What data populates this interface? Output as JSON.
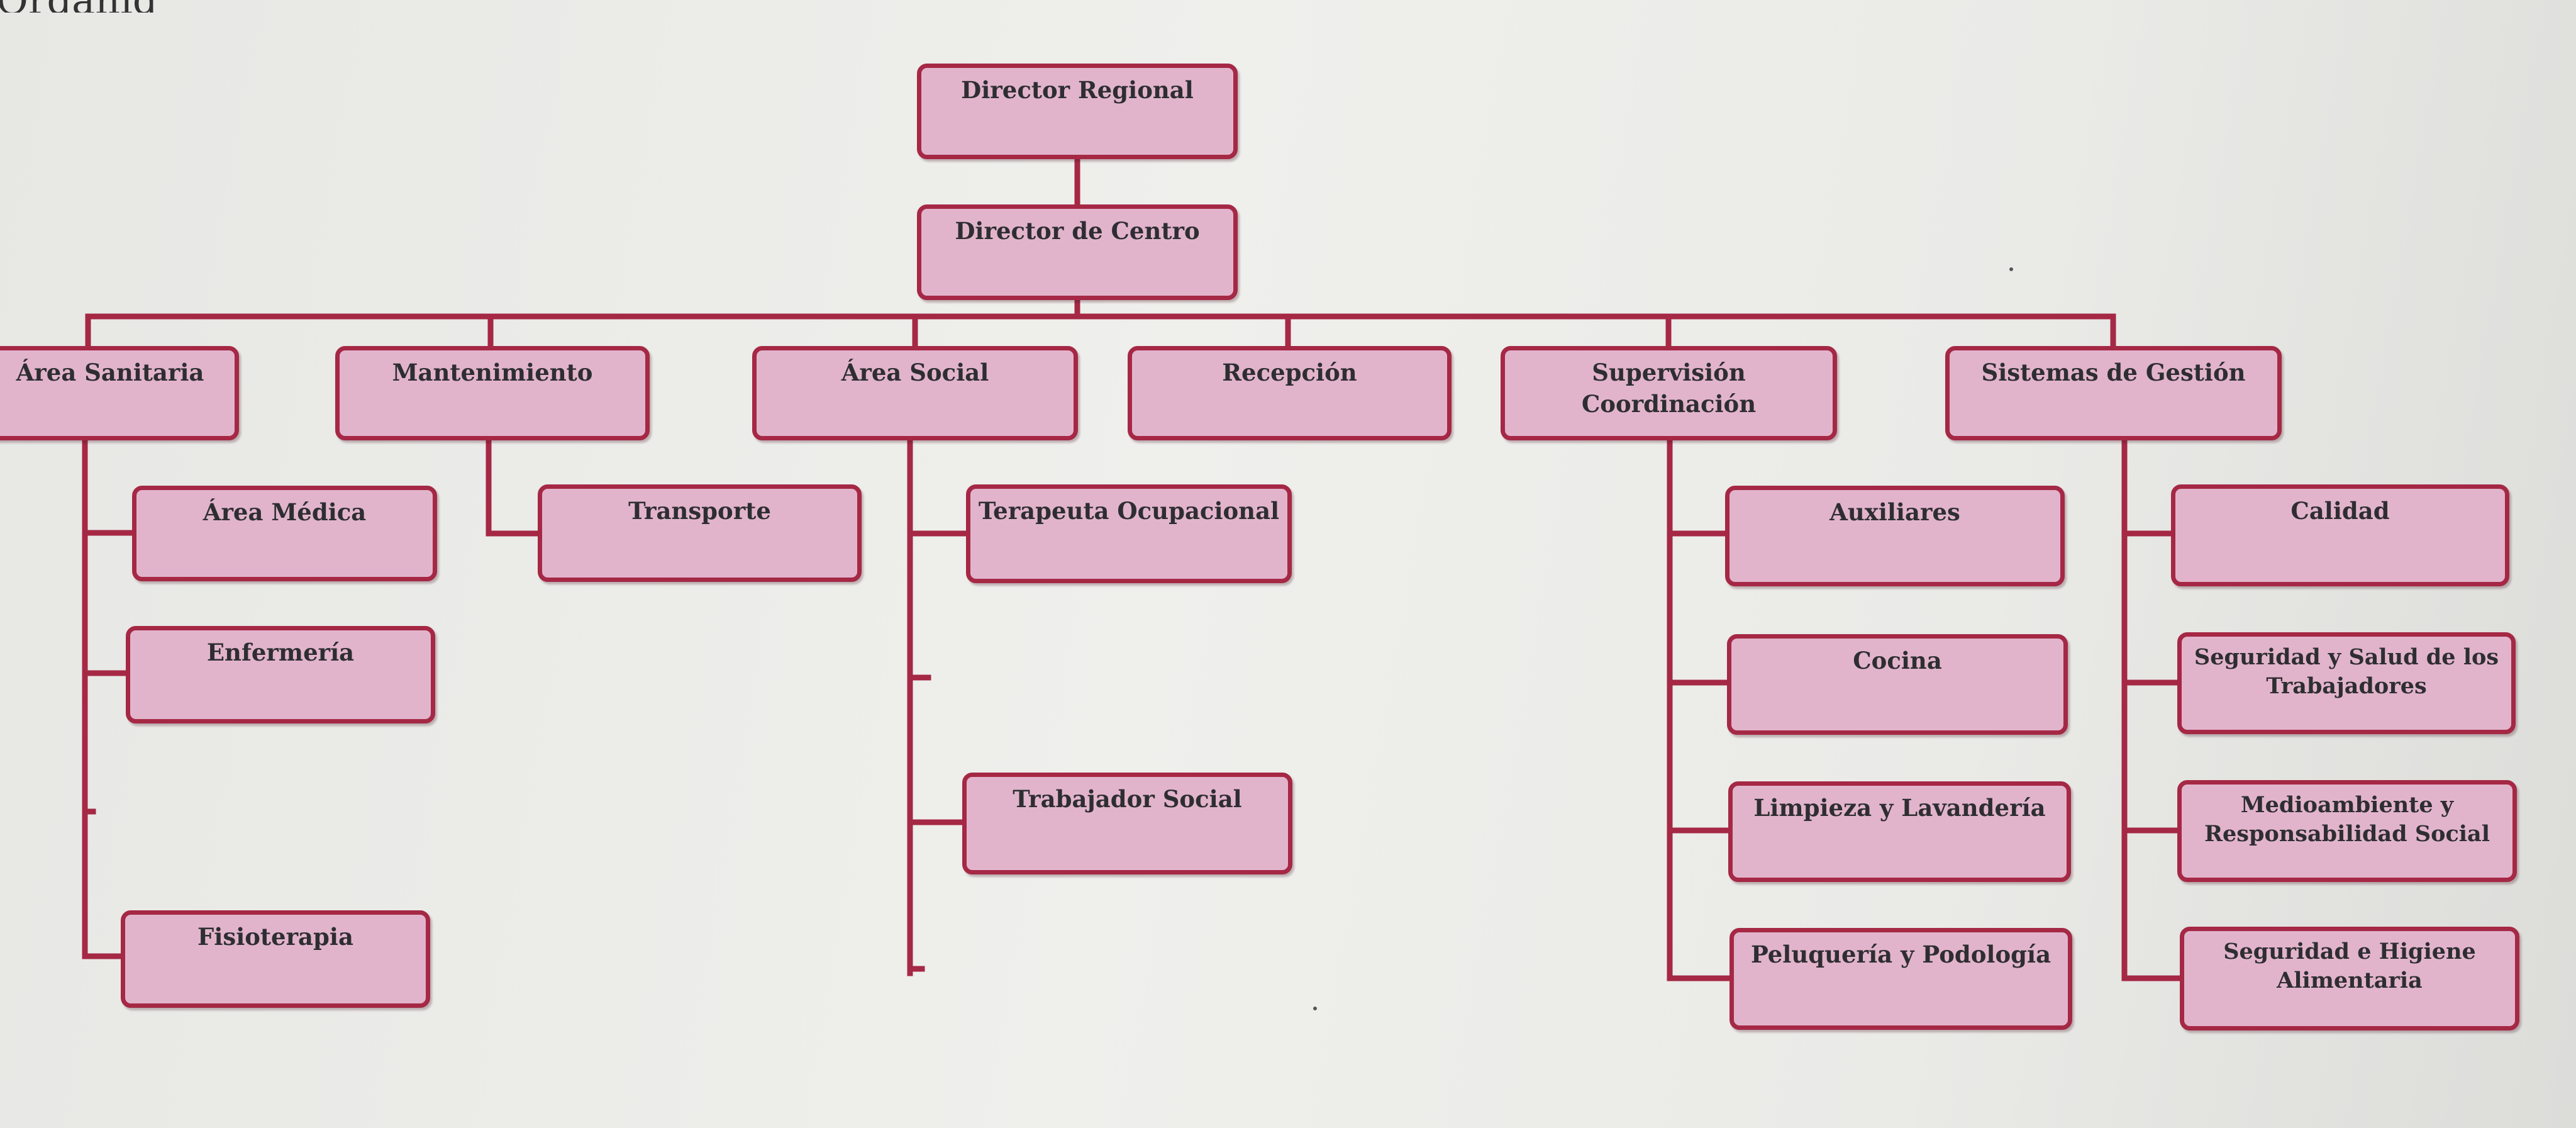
{
  "header_fragment": "Organig",
  "colors": {
    "box_fill": "#e2b4cc",
    "box_border": "#a52845",
    "connector": "#a52845",
    "text": "#2e2e32"
  },
  "org_chart": {
    "director_regional": "Director Regional",
    "director_centro": "Director de Centro",
    "departments": [
      {
        "label": "Área Sanitaria",
        "children": [
          "Área Médica",
          "Enfermería",
          "Fisioterapia"
        ]
      },
      {
        "label": "Mantenimiento",
        "children": [
          "Transporte"
        ]
      },
      {
        "label": "Área Social",
        "children": [
          "Terapeuta Ocupacional",
          "Trabajador Social"
        ]
      },
      {
        "label": "Recepción",
        "children": []
      },
      {
        "label": [
          "Supervisión",
          "Coordinación"
        ],
        "children": [
          "Auxiliares",
          "Cocina",
          "Limpieza y Lavandería",
          "Peluquería y Podología"
        ]
      },
      {
        "label": "Sistemas de Gestión",
        "children": [
          "Calidad",
          [
            "Seguridad y Salud de los",
            "Trabajadores"
          ],
          [
            "Medioambiente y",
            "Responsabilidad Social"
          ],
          [
            "Seguridad e Higiene",
            "Alimentaria"
          ]
        ]
      }
    ]
  }
}
